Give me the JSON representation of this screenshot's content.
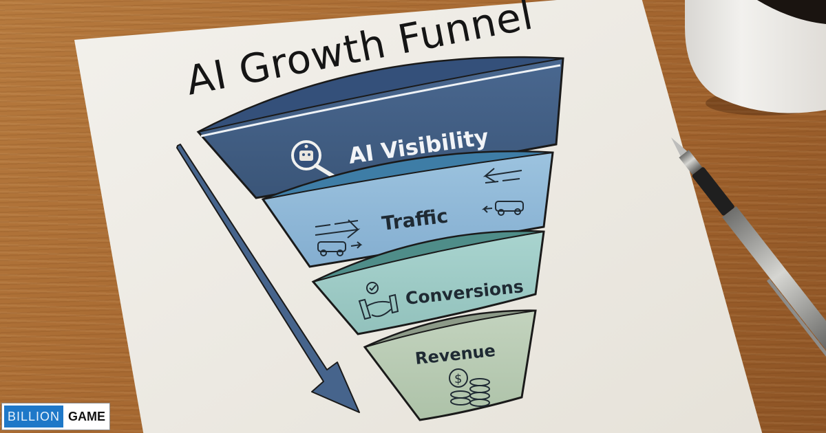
{
  "paper": {
    "title": "AI Growth Funnel"
  },
  "funnel": {
    "stages": [
      {
        "label": "AI Visibility",
        "icon": "robot-magnifier-icon",
        "color": "#3f5d82",
        "text_color": "#f2f4f7"
      },
      {
        "label": "Traffic",
        "icon": "cars-arrows-icon",
        "color": "#8cb6d6",
        "text_color": "#1f2a33"
      },
      {
        "label": "Conversions",
        "icon": "handshake-check-icon",
        "color": "#9fcbc6",
        "text_color": "#1f2a33"
      },
      {
        "label": "Revenue",
        "icon": "dollar-coins-icon",
        "color": "#b9cbb4",
        "text_color": "#1f2a33"
      }
    ],
    "arrow_color": "#46648c"
  },
  "watermark": {
    "left": "BILLION",
    "right": "GAME",
    "left_bg": "#1e78c8"
  },
  "props": {
    "mug": "coffee-mug",
    "pen": "ballpoint-pen"
  }
}
